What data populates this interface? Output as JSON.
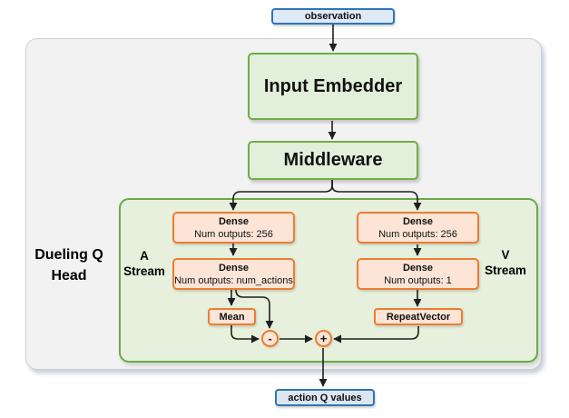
{
  "colors": {
    "blue_border": "#2E75B6",
    "blue_fill": "#DEEAF6",
    "green_border": "#70AD47",
    "green_fill": "#E2EFDA",
    "container_green_fill": "#E6F0DC",
    "orange_border": "#ED7D31",
    "orange_fill": "#FCE4D6",
    "outer_gray_fill": "#F2F2F2",
    "arrow_color": "#1F1F1F"
  },
  "nodes": {
    "observation": {
      "label": "observation"
    },
    "input_embedder": {
      "label": "Input Embedder"
    },
    "middleware": {
      "label": "Middleware"
    },
    "dense_a1": {
      "title": "Dense",
      "subtitle": "Num outputs: 256"
    },
    "dense_a2": {
      "title": "Dense",
      "subtitle": "Num outputs: num_actions"
    },
    "mean": {
      "label": "Mean"
    },
    "dense_v1": {
      "title": "Dense",
      "subtitle": "Num outputs: 256"
    },
    "dense_v2": {
      "title": "Dense",
      "subtitle": "Num outputs: 1"
    },
    "repeat_vector": {
      "label": "RepeatVector"
    },
    "subtract_op": {
      "label": "-"
    },
    "add_op": {
      "label": "+"
    },
    "action_q_values": {
      "label": "action Q values"
    }
  },
  "labels": {
    "dueling_head": {
      "line1": "Dueling Q",
      "line2": "Head"
    },
    "a_stream": {
      "line1": "A",
      "line2": "Stream"
    },
    "v_stream": {
      "line1": "V",
      "line2": "Stream"
    }
  }
}
